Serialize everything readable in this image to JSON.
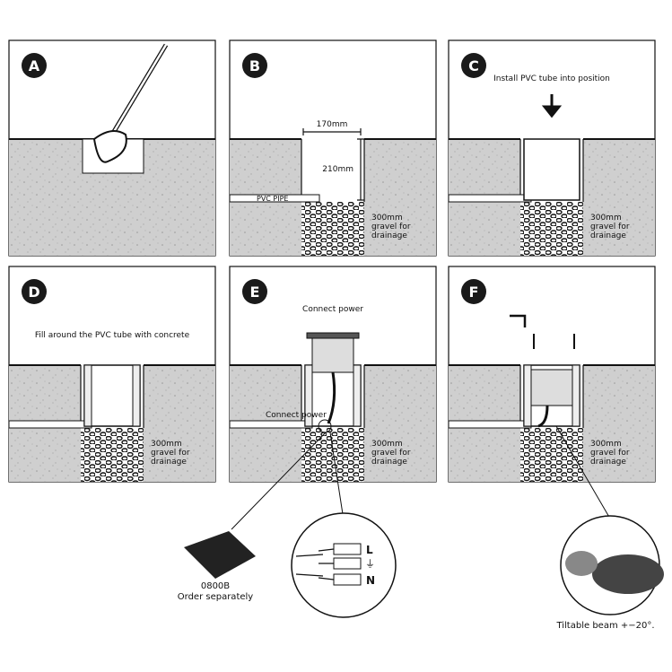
{
  "panels": [
    {
      "letter": "A",
      "caption": "",
      "gravel_label": ""
    },
    {
      "letter": "B",
      "caption": "",
      "gravel_label": "300mm gravel for drainage",
      "width_label": "170mm",
      "height_label": "210mm",
      "pipe_label": "PVC PIPE"
    },
    {
      "letter": "C",
      "caption": "Install PVC tube into position",
      "gravel_label": "300mm gravel for drainage"
    },
    {
      "letter": "D",
      "caption": "Fill around the PVC tube with concrete",
      "gravel_label": "300mm gravel for drainage"
    },
    {
      "letter": "E",
      "caption": "Connect power",
      "gravel_label": "300mm gravel for drainage",
      "side_label": "Connect power"
    },
    {
      "letter": "F",
      "caption": "",
      "gravel_label": "300mm gravel for drainage"
    }
  ],
  "connector": {
    "code": "0800B",
    "note": "Order separately"
  },
  "wiring": {
    "live": "L",
    "neutral": "N",
    "earth": "⏚"
  },
  "tilt_caption": "Tiltable beam +−20°.",
  "colors": {
    "ink": "#111111",
    "soil": "#c9c9c9",
    "badge": "#1a1a1a"
  }
}
